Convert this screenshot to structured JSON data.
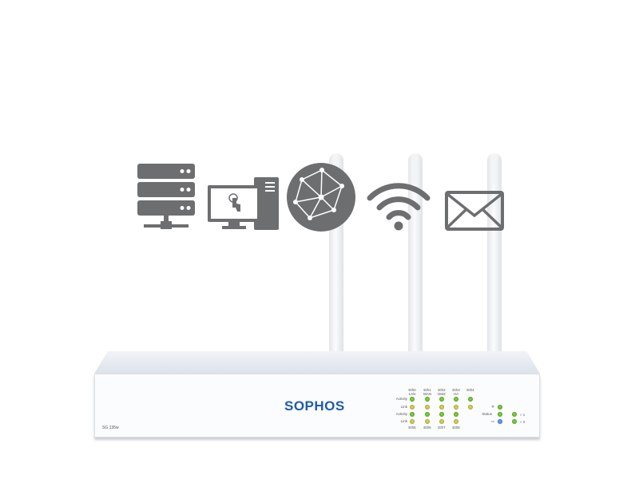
{
  "icons": [
    "server-icon",
    "computer-icon",
    "globe-network-icon",
    "wifi-icon",
    "envelope-icon"
  ],
  "colors": {
    "icon": "#6d6e70",
    "brand": "#1f5ba8",
    "led_green": "#4caf1e",
    "led_yellow": "#c9c23a",
    "led_blue": "#2d6fd6"
  },
  "device": {
    "brand": "SOPHOS",
    "model": "SG 135w",
    "top_ports": [
      {
        "name": "Eth0",
        "role": "LAN"
      },
      {
        "name": "Eth1",
        "role": "WAN"
      },
      {
        "name": "Eth2",
        "role": "DMZ"
      },
      {
        "name": "Eth3",
        "role": "HA"
      },
      {
        "name": "Eth4",
        "role": ""
      }
    ],
    "bottom_ports": [
      "Eth5",
      "Eth6",
      "Eth7",
      "Eth8"
    ],
    "row_labels": [
      "Activity",
      "Link",
      "Activity",
      "Link"
    ],
    "status_label": "Status",
    "power1": "○ 1",
    "power2": "○ 2"
  }
}
